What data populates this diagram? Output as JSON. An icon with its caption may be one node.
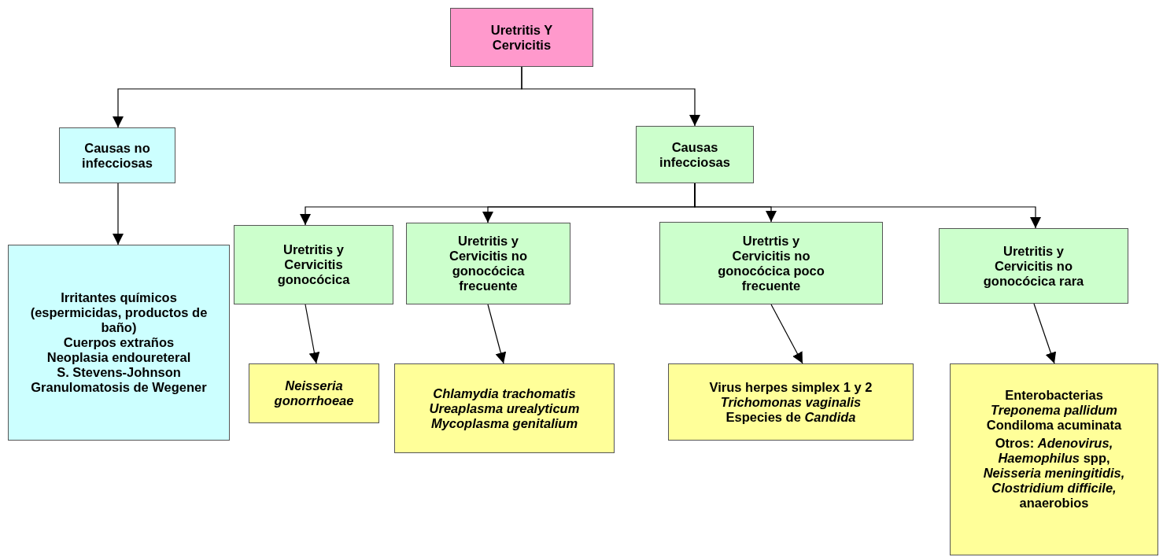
{
  "diagram": {
    "nodes": [
      {
        "text": [
          "Uretritis Y Cervicitis"
        ]
      },
      {
        "text": [
          "Causas no infecciosas"
        ]
      },
      {
        "text": [
          "Causas infecciosas"
        ]
      },
      {
        "text": [
          "Irritantes químicos (espermicidas, productos de baño)",
          "Cuerpos extraños",
          "Neoplasia endoureteral",
          "S. Stevens-Johnson",
          "Granulomatosis de Wegener"
        ]
      },
      {
        "text": [
          "Uretritis y Cervicitis gonocócica"
        ]
      },
      {
        "text": [
          "Uretritis y Cervicitis no gonocócica frecuente"
        ]
      },
      {
        "text": [
          "Uretrtis y Cervicitis no gonocócica poco frecuente"
        ]
      },
      {
        "text": [
          "Uretritis y Cervicitis no gonocócica rara"
        ]
      },
      {
        "text": [
          "Neisseria gonorrhoeae"
        ]
      },
      {
        "text": [
          "Chlamydia trachomatis",
          "Ureaplasma urealyticum",
          "Mycoplasma genitalium"
        ]
      },
      {
        "text": [
          "Virus herpes simplex 1 y 2",
          "Trichomonas vaginalis",
          "Especies de *Candida*"
        ]
      },
      {
        "text": [
          "Enterobacterias",
          "Treponema pallidum",
          "Condiloma acuminata",
          "Otros: *Adenovirus,*",
          "*Haemophilus* spp,",
          "Neisseria meningitidis,",
          "Clostridium difficile,",
          "anaerobios"
        ]
      }
    ],
    "edges": [
      {
        "from": 0,
        "to": 1,
        "arrow": "to"
      },
      {
        "from": 0,
        "to": 2,
        "arrow": "to"
      },
      {
        "from": 1,
        "to": 3,
        "arrow": "to"
      },
      {
        "from": 2,
        "to": 4,
        "arrow": "to"
      },
      {
        "from": 2,
        "to": 5,
        "arrow": "to"
      },
      {
        "from": 2,
        "to": 6,
        "arrow": "to"
      },
      {
        "from": 2,
        "to": 7,
        "arrow": "to"
      },
      {
        "from": 4,
        "to": 8,
        "arrow": "to"
      },
      {
        "from": 5,
        "to": 9,
        "arrow": "to"
      },
      {
        "from": 6,
        "to": 10,
        "arrow": "to"
      },
      {
        "from": 7,
        "to": 11,
        "arrow": "to"
      }
    ]
  }
}
